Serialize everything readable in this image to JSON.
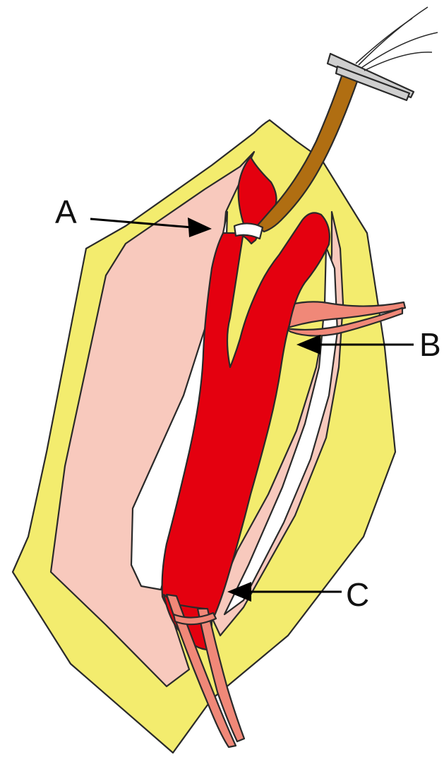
{
  "labels": {
    "a": "A",
    "b": "B",
    "c": "C"
  },
  "colors": {
    "skin": "#f3ec6e",
    "tissue": "#f8c9bd",
    "vessel": "#e4000f",
    "small_vessel": "#f08878",
    "instrument_shaft": "#b06e12",
    "instrument_clamp": "#cfcfcf",
    "outline": "#2a2a2a"
  }
}
